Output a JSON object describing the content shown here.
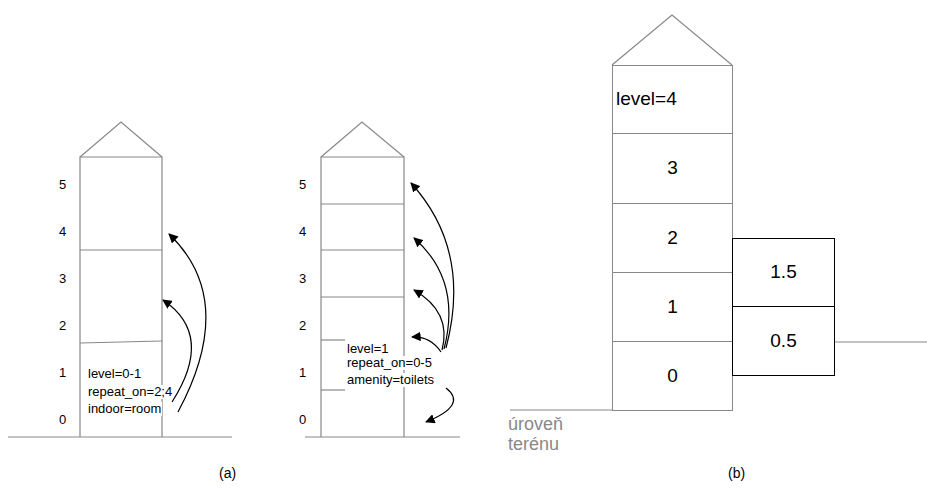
{
  "diagram": {
    "nodes": [
      {
        "text": [
          "level=4"
        ]
      },
      {
        "text": [
          "3"
        ]
      },
      {
        "text": [
          "2"
        ]
      },
      {
        "text": [
          "1"
        ]
      },
      {
        "text": [
          "0"
        ]
      },
      {
        "text": [
          "1.5"
        ]
      },
      {
        "text": [
          "0.5"
        ]
      }
    ],
    "labels": [
      "5",
      "4",
      "3",
      "2",
      "1",
      "0",
      "level=0-1",
      "repeat_on=2;4",
      "indoor=room",
      "5",
      "4",
      "3",
      "2",
      "1",
      "0",
      "level=1",
      "repeat_on=0-5",
      "amenity=toilets",
      "úroveň terénu",
      "(a)",
      "(b)"
    ]
  }
}
